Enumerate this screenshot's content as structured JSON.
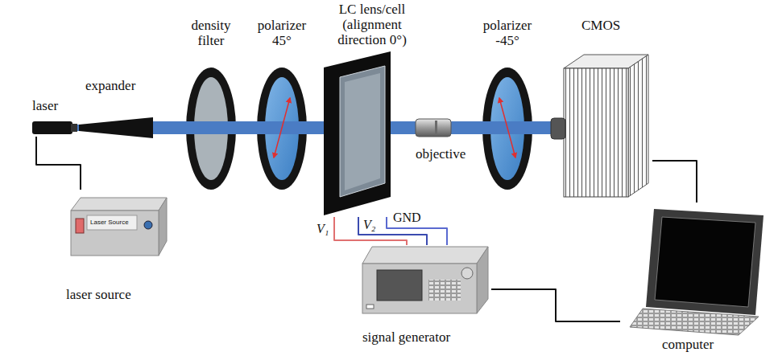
{
  "diagram": {
    "nodes": [
      {
        "text": [
          "laser"
        ]
      },
      {
        "text": [
          "expander"
        ]
      },
      {
        "text": [
          "density filter"
        ]
      },
      {
        "text": [
          "polarizer 45°"
        ]
      },
      {
        "text": [
          "LC lens/cell (alignment direction 0°)"
        ]
      },
      {
        "text": [
          "objective"
        ]
      },
      {
        "text": [
          "polarizer -45°"
        ]
      },
      {
        "text": [
          "CMOS"
        ]
      },
      {
        "text": [
          "Laser Source",
          "laser source"
        ]
      },
      {
        "text": [
          "signal generator"
        ]
      },
      {
        "text": [
          "computer"
        ]
      }
    ],
    "edges": [
      {
        "from": 8,
        "to": 0,
        "arrow": "none"
      },
      {
        "from": 9,
        "to": 4,
        "label": "V₁",
        "arrow": "none"
      },
      {
        "from": 9,
        "to": 4,
        "label": "V₂",
        "arrow": "none"
      },
      {
        "from": 9,
        "to": 4,
        "label": "GND",
        "arrow": "none"
      },
      {
        "from": 7,
        "to": 10,
        "arrow": "none"
      },
      {
        "from": 9,
        "to": 10,
        "arrow": "none"
      }
    ]
  }
}
